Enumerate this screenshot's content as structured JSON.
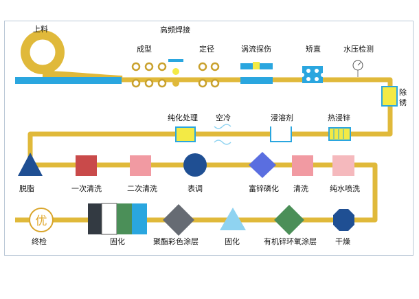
{
  "colors": {
    "line": "#e0b93a",
    "line_dark": "#c9a12d",
    "blue": "#2aa6df",
    "navy": "#1f4f93",
    "red": "#c94a4a",
    "pink": "#f19aa2",
    "light_pink": "#f5b9bd",
    "indigo": "#5a6ee0",
    "yellow": "#f3ea45",
    "gray": "#666b73",
    "green": "#4b8f58",
    "light_blue": "#8fd3f1"
  },
  "labels": {
    "load": "上料",
    "hf_weld": "高频焊接",
    "forming": "成型",
    "sizing": "定径",
    "eddy": "涡流探伤",
    "straighten": "矫直",
    "water_test": "水压检测",
    "derust": "除锈",
    "passivation": "纯化处理",
    "air_cool": "空冷",
    "flux": "浸溶剂",
    "galvanize": "热浸锌",
    "degrease": "脱脂",
    "rinse1": "一次清洗",
    "rinse2": "二次清洗",
    "surface_adj": "表调",
    "zinc_phos": "富锌磷化",
    "rinse": "清洗",
    "pure_water": "纯水喷洗",
    "final_check": "终检",
    "cure2": "固化",
    "poly_coat": "聚酯彩色涂层",
    "cure1": "固化",
    "epoxy_coat": "有机锌环氧涂层",
    "dry": "干燥",
    "seal": "优"
  }
}
